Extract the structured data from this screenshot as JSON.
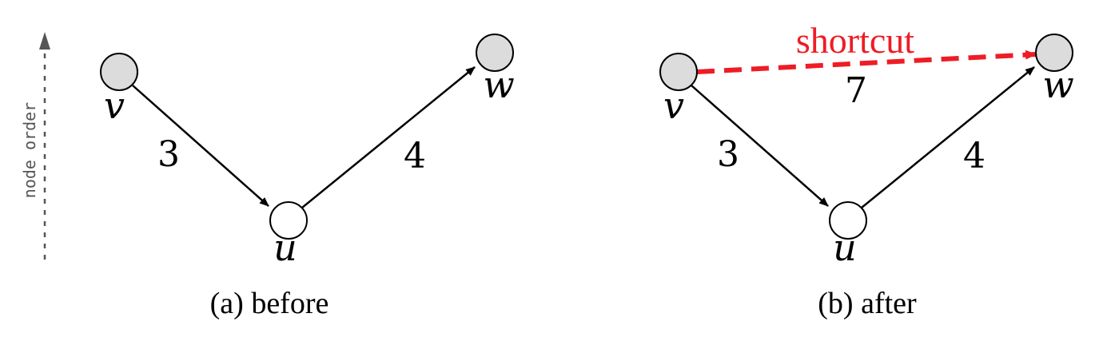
{
  "axis": {
    "label": "node order",
    "color": "#555555"
  },
  "colors": {
    "node_fill_gray": "#dcdcdc",
    "node_fill_white": "#ffffff",
    "edge": "#000000",
    "shortcut": "#ee1c25"
  },
  "panels": {
    "before": {
      "caption": "(a) before",
      "nodes": {
        "v": "v",
        "u": "u",
        "w": "w"
      },
      "edges": {
        "v_to_u_weight": "3",
        "u_to_w_weight": "4"
      }
    },
    "after": {
      "caption": "(b) after",
      "nodes": {
        "v": "v",
        "u": "u",
        "w": "w"
      },
      "edges": {
        "v_to_u_weight": "3",
        "u_to_w_weight": "4"
      },
      "shortcut": {
        "label": "shortcut",
        "weight": "7"
      }
    }
  }
}
